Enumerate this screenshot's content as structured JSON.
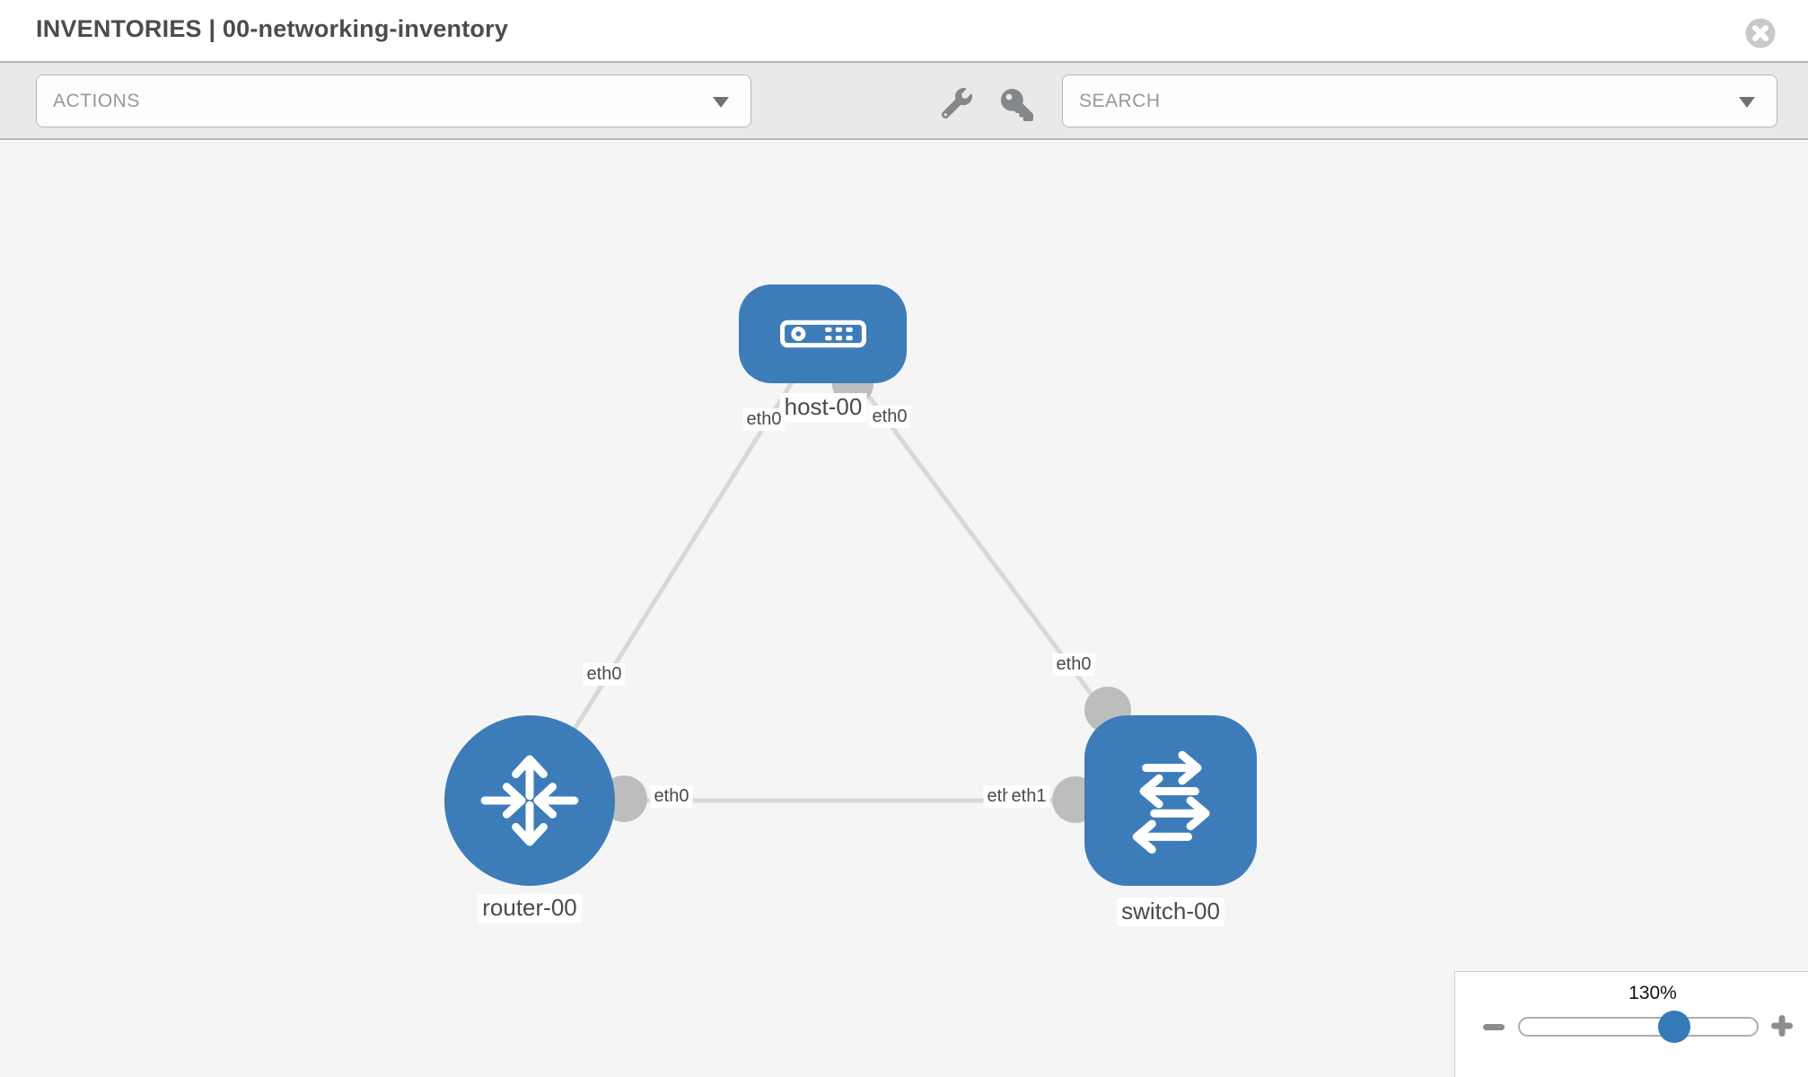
{
  "header": {
    "title": "INVENTORIES | 00-networking-inventory"
  },
  "toolbar": {
    "actions_label": "ACTIONS",
    "search_label": "SEARCH"
  },
  "topology": {
    "nodes": [
      {
        "label": "host-00",
        "type": "host"
      },
      {
        "label": "router-00",
        "type": "router"
      },
      {
        "label": "switch-00",
        "type": "switch"
      }
    ],
    "links": [
      {
        "source": "host-00",
        "target": "router-00",
        "source_interface": "eth0",
        "target_interface": "eth0"
      },
      {
        "source": "host-00",
        "target": "switch-00",
        "source_interface": "eth0",
        "target_interface": "eth0"
      },
      {
        "source": "router-00",
        "target": "switch-00",
        "source_interface": "eth0",
        "target_interface": "eth1",
        "target_interface_overlapped": "eth0"
      }
    ]
  },
  "zoom_control": {
    "level": "130%",
    "percent": 130
  },
  "colors": {
    "node_fill": "#3b7cb9",
    "link": "#d8d8d8",
    "interface_dot": "#bdbdbd",
    "slider_thumb": "#337ab7",
    "toolbar_bg": "#e9e9e9",
    "canvas_bg": "#f5f5f6"
  }
}
